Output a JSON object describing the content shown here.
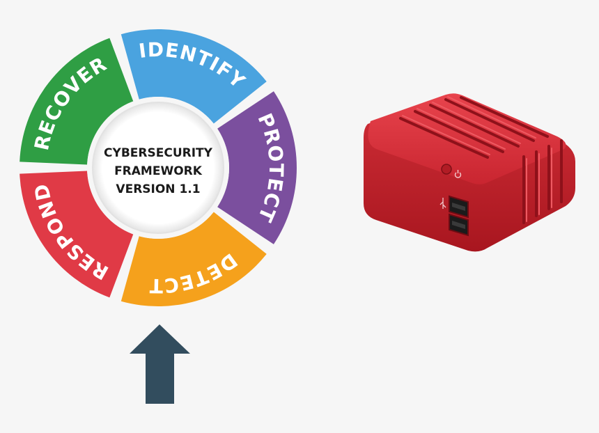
{
  "framework": {
    "center_lines": [
      "CYBERSECURITY",
      "FRAMEWORK",
      "VERSION 1.1"
    ],
    "segments": [
      {
        "label": "IDENTIFY",
        "color": "#4aa3df"
      },
      {
        "label": "PROTECT",
        "color": "#7b4f9e"
      },
      {
        "label": "DETECT",
        "color": "#f5a11c"
      },
      {
        "label": "RESPOND",
        "color": "#e03a46"
      },
      {
        "label": "RECOVER",
        "color": "#2f9e44"
      }
    ]
  },
  "arrow": {
    "color": "#324d5e",
    "direction": "up"
  },
  "device": {
    "color": "#d42b35",
    "icons": [
      "power-icon",
      "usb-icon"
    ]
  }
}
